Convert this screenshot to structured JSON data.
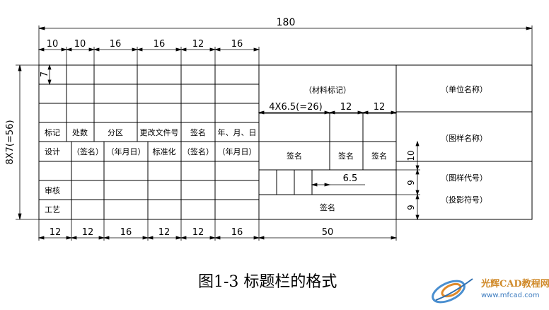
{
  "dimensions": {
    "total_width": "180",
    "left_height": "8X7(=56)",
    "top_widths": [
      "10",
      "10",
      "16",
      "16",
      "12",
      "16"
    ],
    "bottom_widths": [
      "12",
      "12",
      "16",
      "12",
      "12",
      "16",
      "50"
    ],
    "first_row": "7",
    "material_sub": "4X6.5(=26)",
    "mid_a": "12",
    "mid_b": "12",
    "sign_row": "10",
    "small_cell": "6.5",
    "right_row_1": "9",
    "right_row_2": "9"
  },
  "table": {
    "row_label_headers": [
      "标记",
      "处数",
      "分区",
      "更改文件号",
      "签名",
      "年、月、日"
    ],
    "design_row": [
      "设计",
      "（签名）",
      "（年月日）",
      "标准化",
      "（签名）",
      "（年月日）"
    ],
    "review": "审核",
    "process": "工艺",
    "material_mark": "（材料标记）",
    "mid_sign_1": "签名",
    "mid_sign_2": "签名",
    "mid_sign_3": "签名",
    "bottom_sign": "签名",
    "unit_name": "（单位名称）",
    "drawing_name": "（图样名称）",
    "drawing_code": "（图样代号）",
    "projection_symbol": "（投影符号）"
  },
  "caption": "图1-3  标题栏的格式",
  "watermark": {
    "title": "光辉CAD教程网",
    "url": "www.mfcad.com"
  }
}
